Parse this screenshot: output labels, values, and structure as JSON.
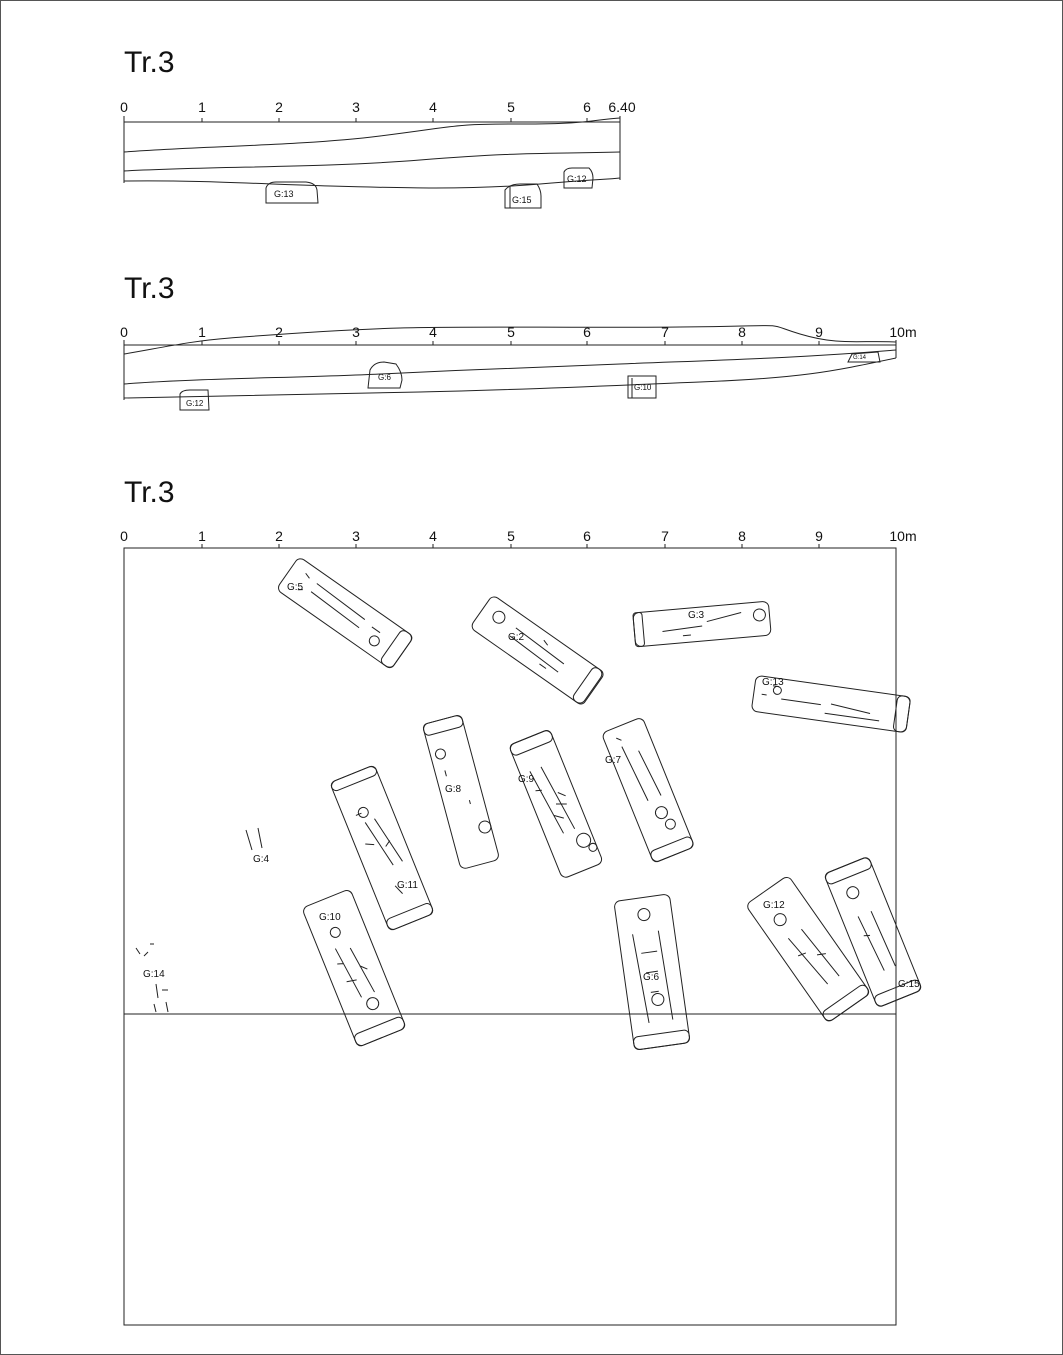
{
  "sections": [
    {
      "title": "Tr.3",
      "scale_ticks": [
        "0",
        "1",
        "2",
        "3",
        "4",
        "5",
        "6",
        "6.40"
      ],
      "grave_labels": [
        "G:13",
        "G:15",
        "G:12"
      ]
    },
    {
      "title": "Tr.3",
      "scale_ticks": [
        "0",
        "1",
        "2",
        "3",
        "4",
        "5",
        "6",
        "7",
        "8",
        "9",
        "10m"
      ],
      "grave_labels": [
        "G:12",
        "G:6",
        "G:10",
        "G:14"
      ]
    },
    {
      "title": "Tr.3",
      "scale_ticks": [
        "0",
        "1",
        "2",
        "3",
        "4",
        "5",
        "6",
        "7",
        "8",
        "9",
        "10m"
      ],
      "grave_labels": [
        "G:5",
        "G:2",
        "G:3",
        "G:13",
        "G:8",
        "G:9",
        "G:7",
        "G:4",
        "G:11",
        "G:10",
        "G:6",
        "G:12",
        "G:15",
        "G:14"
      ]
    }
  ]
}
